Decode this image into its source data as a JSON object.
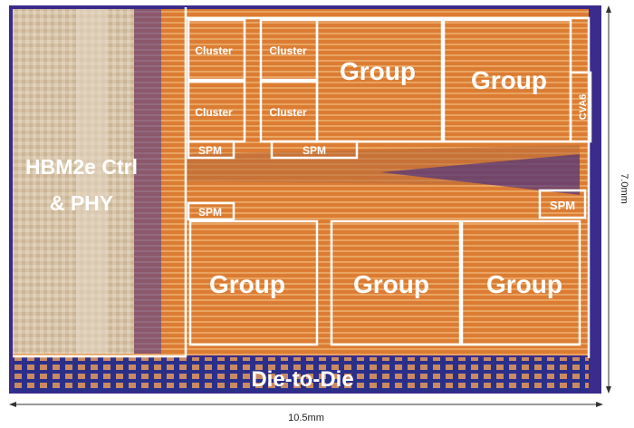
{
  "labels": {
    "hbm_line1": "HBM2e Ctrl",
    "hbm_line2": "& PHY",
    "cluster_tl": "Cluster",
    "cluster_tr": "Cluster",
    "cluster_bl": "Cluster",
    "cluster_br": "Cluster",
    "group_top_1": "Group",
    "group_top_2": "Group",
    "group_bot_1": "Group",
    "group_bot_2": "Group",
    "group_bot_3": "Group",
    "spm_1": "SPM",
    "spm_2": "SPM",
    "spm_3": "SPM",
    "spm_4": "SPM",
    "cva6": "CVA6",
    "d2d": "Die-to-Die",
    "width": "10.5mm",
    "height": "7.0mm"
  },
  "colors": {
    "die_orange": "#d9782f",
    "die_light_orange": "#e8974c",
    "metal_purple": "#3a2a8a",
    "hbm_beige": "#d9c7ae",
    "d2d_blue": "#2a2f8a",
    "label": "#ffffff"
  }
}
